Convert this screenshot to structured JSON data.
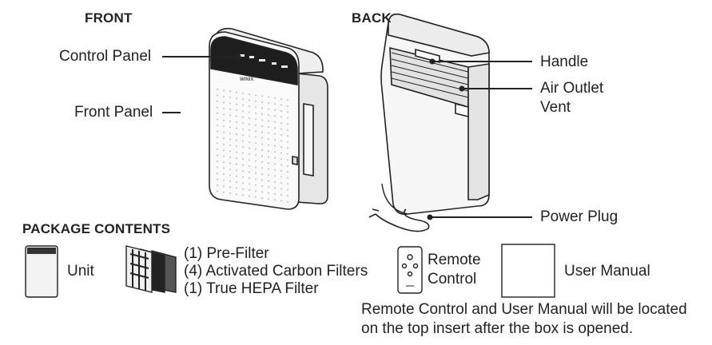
{
  "front": {
    "heading": "FRONT",
    "labels": {
      "control_panel": "Control Panel",
      "front_panel": "Front Panel"
    },
    "brand": "WINIX"
  },
  "back": {
    "heading": "BACK",
    "labels": {
      "handle": "Handle",
      "outlet_1": "Air Outlet",
      "outlet_2": "Vent",
      "power_plug": "Power Plug"
    }
  },
  "package": {
    "heading": "PACKAGE CONTENTS",
    "unit": "Unit",
    "filters": [
      "(1) Pre-Filter",
      "(4) Activated Carbon Filters",
      "(1) True HEPA Filter"
    ],
    "remote": [
      "Remote",
      "Control"
    ],
    "manual": "User Manual",
    "note": [
      "Remote Control and User Manual will be located",
      "on the top insert after the box is opened."
    ]
  },
  "colors": {
    "line": "#222222",
    "panel": "#1e1e1e",
    "body": "#f4f4f4",
    "shade": "#d9d9d9"
  }
}
